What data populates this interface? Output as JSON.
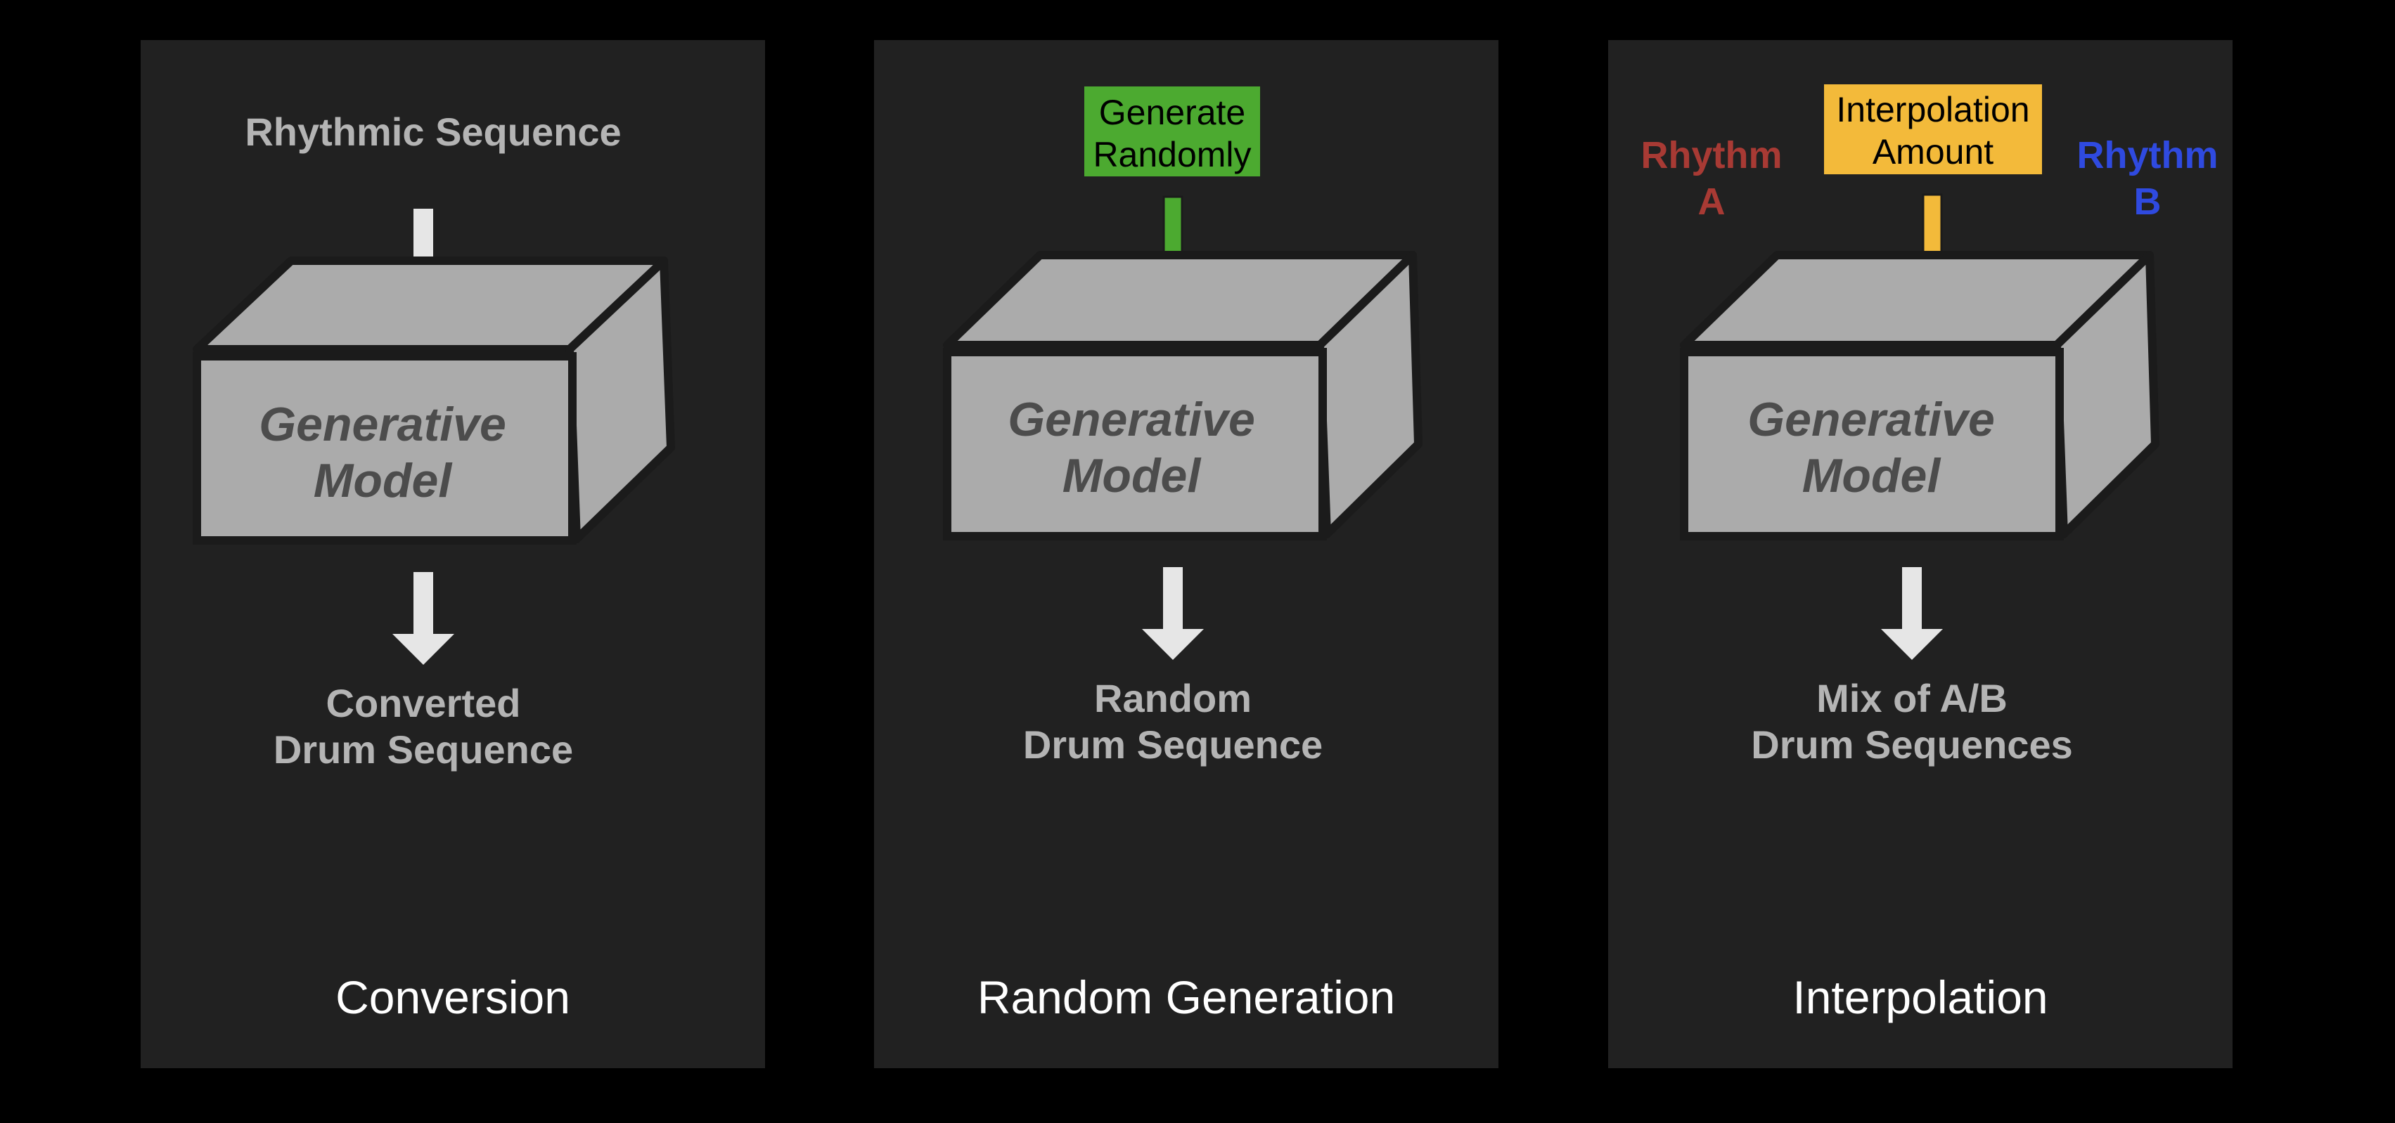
{
  "panels": [
    {
      "title": "Conversion",
      "input_label": "Rhythmic Sequence",
      "model_label_1": "Generative",
      "model_label_2": "Model",
      "output_label_1": "Converted",
      "output_label_2": "Drum Sequence"
    },
    {
      "title": "Random Generation",
      "input_label_1": "Generate",
      "input_label_2": "Randomly",
      "model_label_1": "Generative",
      "model_label_2": "Model",
      "output_label_1": "Random",
      "output_label_2": "Drum Sequence"
    },
    {
      "title": "Interpolation",
      "rhythm_a_1": "Rhythm",
      "rhythm_a_2": "A",
      "interp_1": "Interpolation",
      "interp_2": "Amount",
      "rhythm_b_1": "Rhythm",
      "rhythm_b_2": "B",
      "model_label_1": "Generative",
      "model_label_2": "Model",
      "output_label_1": "Mix of A/B",
      "output_label_2": "Drum Sequences"
    }
  ],
  "colors": {
    "background": "#000000",
    "panel": "#212121",
    "box_face": "#ababab",
    "box_edge": "#1b1b1b",
    "arrow_white": "#e6e6e6",
    "generate_green": "#4caa30",
    "interpolation_yellow": "#f3ba3a",
    "rhythm_a_red": "#a83a34",
    "rhythm_b_blue": "#2f4ae0"
  }
}
